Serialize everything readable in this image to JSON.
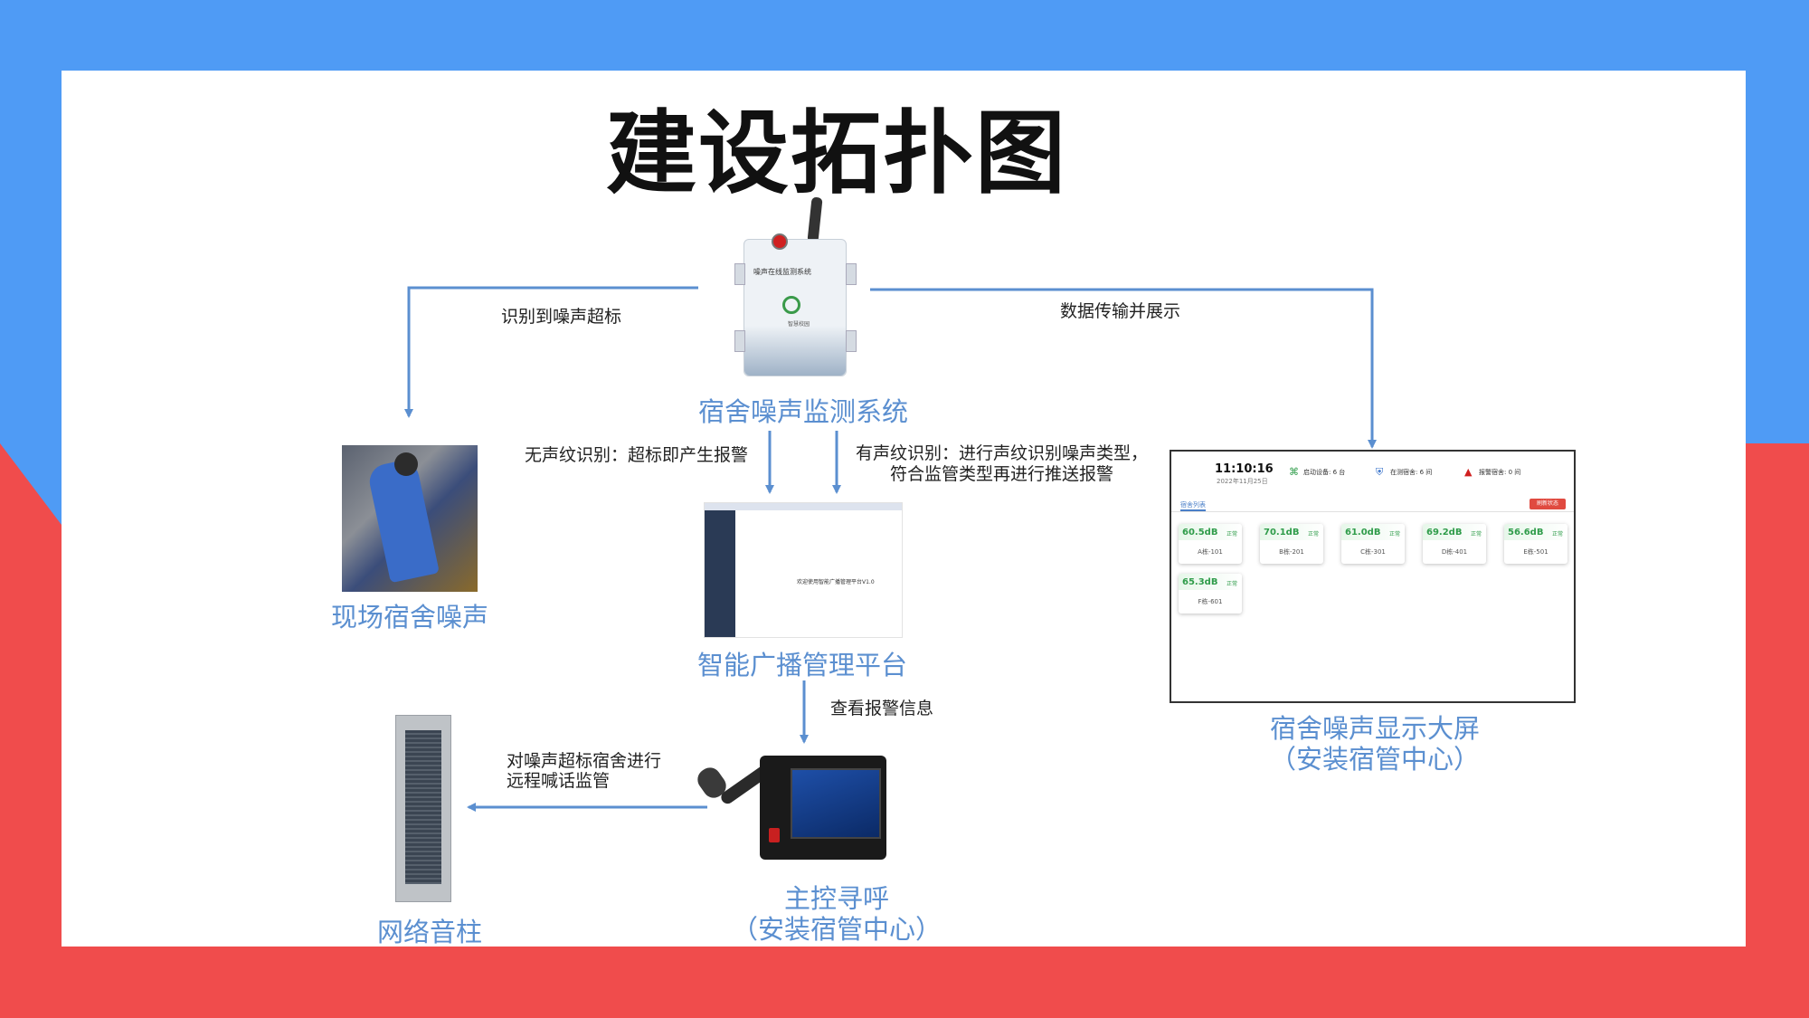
{
  "colors": {
    "top_band": "#4f9bf5",
    "bottom_band": "#f04c4c",
    "panel": "#ffffff",
    "arrow": "#5b8fd0",
    "label_blue": "#5b8fd0"
  },
  "title": "建设拓扑图",
  "nodes": {
    "monitor_system": {
      "label": "宿舍噪声监测系统",
      "device_text": "噪声在线监测系统",
      "device_logo_text": "智慧校园"
    },
    "dorm_noise": {
      "label": "现场宿舍噪声"
    },
    "broadcast_platform": {
      "label": "智能广播管理平台",
      "screen_text": "欢迎使用智能广播管理平台V1.0"
    },
    "display_screen": {
      "label_line1": "宿舍噪声显示大屏",
      "label_line2": "（安装宿管中心）"
    },
    "master_paging": {
      "label_line1": "主控寻呼",
      "label_line2": "（安装宿管中心）"
    },
    "network_speaker": {
      "label": "网络音柱"
    }
  },
  "edges": {
    "to_dorm": "识别到噪声超标",
    "to_display": "数据传输并展示",
    "no_voiceprint": "无声纹识别：超标即产生报警",
    "voiceprint_line1": "有声纹识别：进行声纹识别噪声类型，",
    "voiceprint_line2": "符合监管类型再进行推送报警",
    "view_alarm": "查看报警信息",
    "remote_line1": "对噪声超标宿舍进行",
    "remote_line2": "远程喊话监管"
  },
  "screen": {
    "time": "11:10:16",
    "date": "2022年11月25日",
    "stats": [
      {
        "icon": "device-icon",
        "text": "启动设备: 6 台"
      },
      {
        "icon": "shield-icon",
        "text": "在测宿舍: 6 间"
      },
      {
        "icon": "warning-icon",
        "text": "报警宿舍: 0 间"
      }
    ],
    "tab": "宿舍列表",
    "reset_button": "刷新状态",
    "rooms": [
      {
        "value": "60.5dB",
        "status": "正常",
        "name": "A栋-101"
      },
      {
        "value": "70.1dB",
        "status": "正常",
        "name": "B栋-201"
      },
      {
        "value": "61.0dB",
        "status": "正常",
        "name": "C栋-301"
      },
      {
        "value": "69.2dB",
        "status": "正常",
        "name": "D栋-401"
      },
      {
        "value": "56.6dB",
        "status": "正常",
        "name": "E栋-501"
      },
      {
        "value": "65.3dB",
        "status": "正常",
        "name": "F栋-601"
      }
    ]
  }
}
